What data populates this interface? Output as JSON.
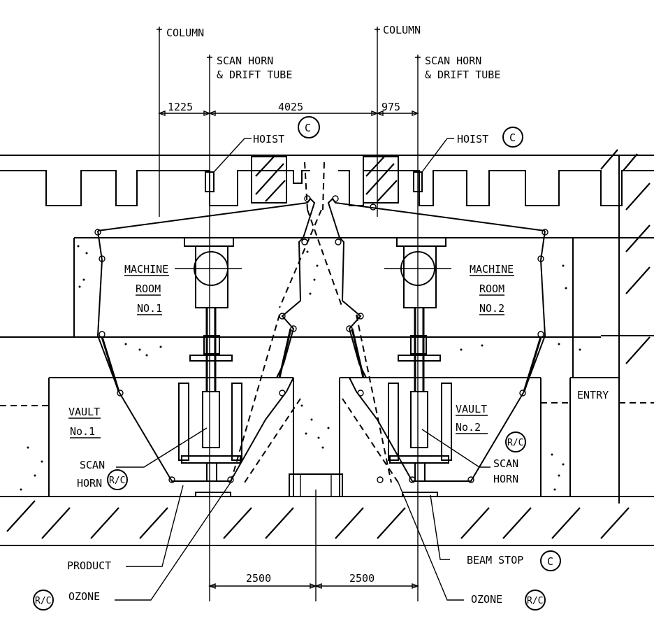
{
  "labels": {
    "col_left": "COLUMN",
    "col_right": "COLUMN",
    "scan_left_1": "SCAN HORN",
    "scan_left_2": "& DRIFT TUBE",
    "scan_right_1": "SCAN HORN",
    "scan_right_2": "& DRIFT TUBE",
    "dim_1225": "1225",
    "dim_4025": "4025",
    "dim_975": "975",
    "hoist_left": "HOIST",
    "hoist_right": "HOIST",
    "c_mark": "C",
    "machine1_a": "MACHINE",
    "machine1_b": "ROOM",
    "machine1_c": "NO.1",
    "machine2_a": "MACHINE",
    "machine2_b": "ROOM",
    "machine2_c": "NO.2",
    "vault1_a": "VAULT",
    "vault1_b": "No.1",
    "vault2_a": "VAULT",
    "vault2_b": "No.2",
    "entry": "ENTRY",
    "scan_horn_l_a": "SCAN",
    "scan_horn_l_b": "HORN",
    "scan_horn_r_a": "SCAN",
    "scan_horn_r_b": "HORN",
    "rc": "R/C",
    "product": "PRODUCT",
    "beam_stop": "BEAM STOP",
    "ozone_left": "OZONE",
    "ozone_right": "OZONE",
    "dim_2500_a": "2500",
    "dim_2500_b": "2500"
  }
}
